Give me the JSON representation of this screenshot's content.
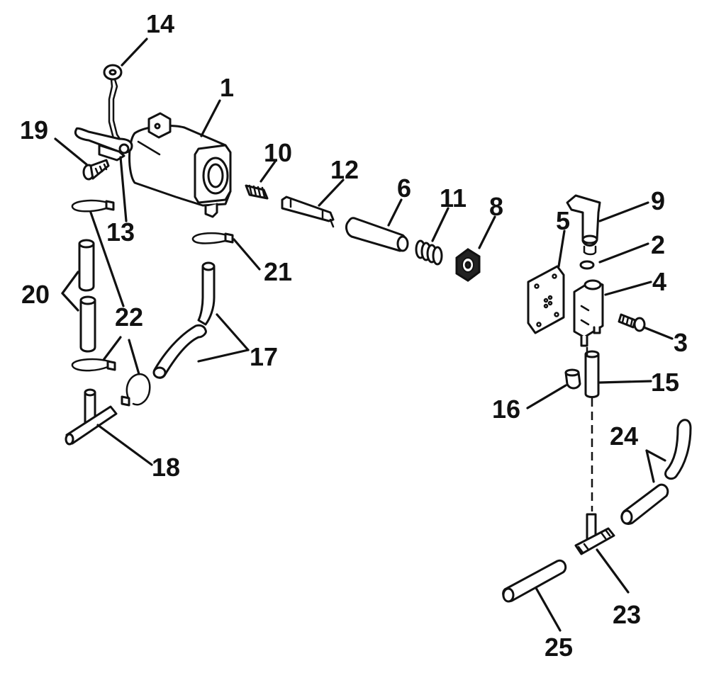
{
  "callouts": {
    "c1": "1",
    "c2": "2",
    "c3": "3",
    "c4": "4",
    "c5": "5",
    "c6": "6",
    "c8": "8",
    "c9": "9",
    "c10": "10",
    "c11": "11",
    "c12": "12",
    "c13": "13",
    "c14": "14",
    "c15": "15",
    "c16": "16",
    "c17": "17",
    "c18": "18",
    "c19": "19",
    "c20": "20",
    "c21": "21",
    "c22": "22",
    "c23": "23",
    "c24": "24",
    "c25": "25"
  }
}
